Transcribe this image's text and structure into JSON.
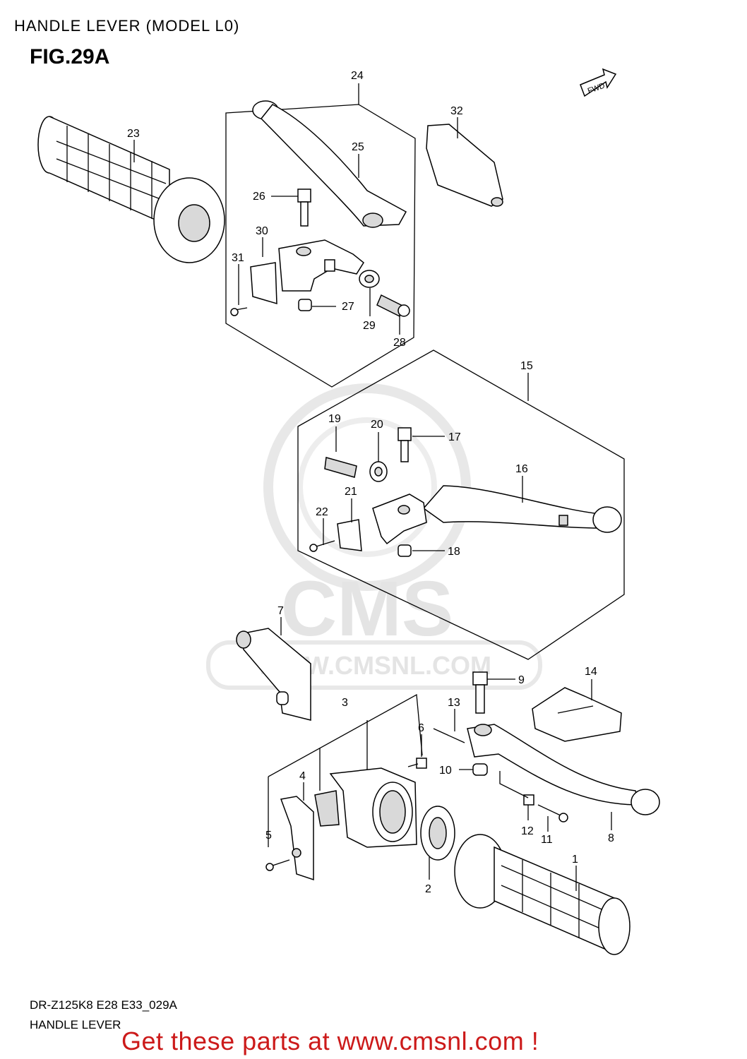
{
  "header": {
    "title": "HANDLE LEVER (MODEL L0)",
    "figure": "FIG.29A"
  },
  "fwd_label": "FWD",
  "watermark": {
    "logo_text": "CMS",
    "url_text": "WWW.CMSNL.COM"
  },
  "callouts": {
    "c1": "1",
    "c2": "2",
    "c3": "3",
    "c4": "4",
    "c5": "5",
    "c6": "6",
    "c7": "7",
    "c8": "8",
    "c9": "9",
    "c10": "10",
    "c11": "11",
    "c12": "12",
    "c13": "13",
    "c14": "14",
    "c15": "15",
    "c16": "16",
    "c17": "17",
    "c18": "18",
    "c19": "19",
    "c20": "20",
    "c21": "21",
    "c22": "22",
    "c23": "23",
    "c24": "24",
    "c25": "25",
    "c26": "26",
    "c27": "27",
    "c28": "28",
    "c29": "29",
    "c30": "30",
    "c31": "31",
    "c32": "32"
  },
  "footer": {
    "code": "DR-Z125K8 E28 E33_029A",
    "name": "HANDLE LEVER",
    "cta": "Get these parts at www.cmsnl.com !"
  },
  "colors": {
    "cta": "#cc1a1a",
    "watermark": "#e4e4e4",
    "shade": "#d9d9d9"
  }
}
